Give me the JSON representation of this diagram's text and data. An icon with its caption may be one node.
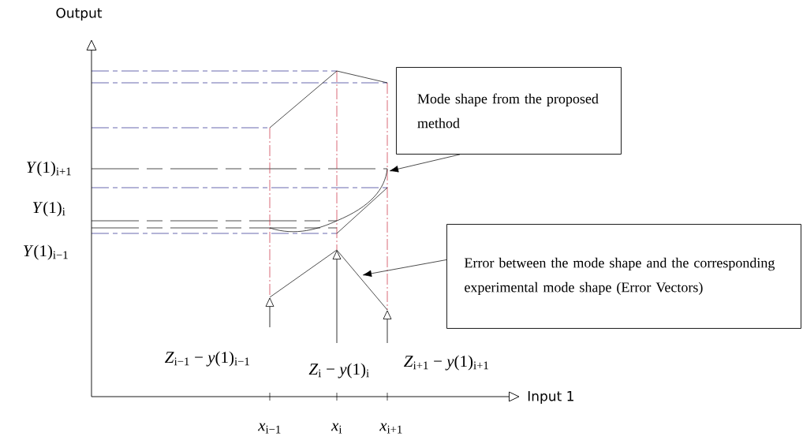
{
  "diagram": {
    "nodes": [
      {
        "text": [
          "Mode shape from the proposed method"
        ]
      },
      {
        "text": [
          "Error between the mode shape and the corresponding experimental mode shape (Error Vectors)"
        ]
      }
    ],
    "edges": [
      {
        "from": 0,
        "to": null,
        "arrow": "to"
      },
      {
        "from": 1,
        "to": null,
        "arrow": "to"
      }
    ],
    "labels": [
      "Output",
      "*Y*(1)$_{i+1}$",
      "*Y*(1)$_{i}$",
      "*Y*(1)$_{i−1}$",
      "*Z*$_{i−1}$ − *y*(1)$_{i−1}$",
      "*Z*$_{i}$ − *y*(1)$_{i}$",
      "*Z*$_{i+1}$ − *y*(1)$_{i+1}$",
      "Input 1",
      "*x*$_{i−1}$",
      "*x*$_{i}$",
      "*x*$_{i+1}$"
    ]
  }
}
